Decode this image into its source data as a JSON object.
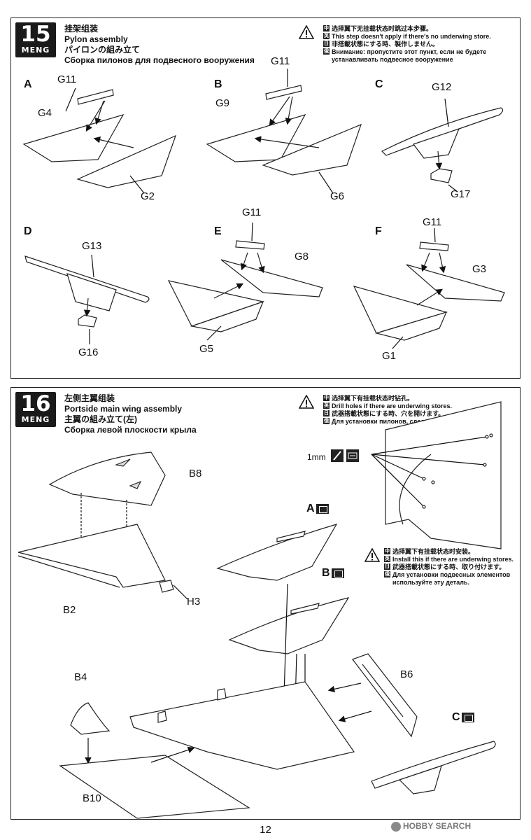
{
  "step15": {
    "number": "15",
    "brand": "MENG",
    "title_cn": "挂架组装",
    "title_en": "Pylon assembly",
    "title_jp": "パイロンの組み立て",
    "title_ru": "Сборка пилонов для подвесного вооружения",
    "notes": [
      {
        "tag": "中",
        "text": "选择翼下无挂载状态时跳过本步骤。"
      },
      {
        "tag": "英",
        "text": "This step doesn't apply if there's no underwing store."
      },
      {
        "tag": "日",
        "text": "非搭載状態にする時、製作しません。"
      },
      {
        "tag": "俄",
        "text": "Внимание: пропустите этот пункт, если не будете"
      },
      {
        "tag": "",
        "text": "устанавливать подвесное вооружение"
      }
    ],
    "sub_labels": [
      "A",
      "B",
      "C",
      "D",
      "E",
      "F"
    ],
    "part_labels": [
      "G11",
      "G4",
      "G2",
      "G11",
      "G9",
      "G6",
      "G12",
      "G17",
      "G13",
      "G16",
      "G11",
      "G8",
      "G5",
      "G11",
      "G3",
      "G1"
    ]
  },
  "step16": {
    "number": "16",
    "brand": "MENG",
    "title_cn": "左侧主翼组装",
    "title_en": "Portside main wing assembly",
    "title_jp": "主翼の組み立て(左)",
    "title_ru": "Сборка левой плоскости крыла",
    "notes_top": [
      {
        "tag": "中",
        "text": "选择翼下有挂载状态时钻孔。"
      },
      {
        "tag": "英",
        "text": "Drill holes if there are underwing stores."
      },
      {
        "tag": "日",
        "text": "武器搭載状態にする時、穴を開けます。"
      },
      {
        "tag": "俄",
        "text": "Для установки пилонов, сделайте отверстия."
      }
    ],
    "notes_mid": [
      {
        "tag": "中",
        "text": "选择翼下有挂载状态时安装。"
      },
      {
        "tag": "英",
        "text": "Install this if there are underwing stores."
      },
      {
        "tag": "日",
        "text": "武器搭載状態にする時、取り付けます。"
      },
      {
        "tag": "俄",
        "text": "Для установки подвесных элементов"
      },
      {
        "tag": "",
        "text": "используйте эту деталь."
      }
    ],
    "drill_size": "1mm",
    "sub_refs": [
      "A",
      "B",
      "C"
    ],
    "part_labels": [
      "B8",
      "H3",
      "B2",
      "B4",
      "B6",
      "B10"
    ]
  },
  "footer": {
    "page_number": "12",
    "watermark": "HOBBY SEARCH"
  }
}
